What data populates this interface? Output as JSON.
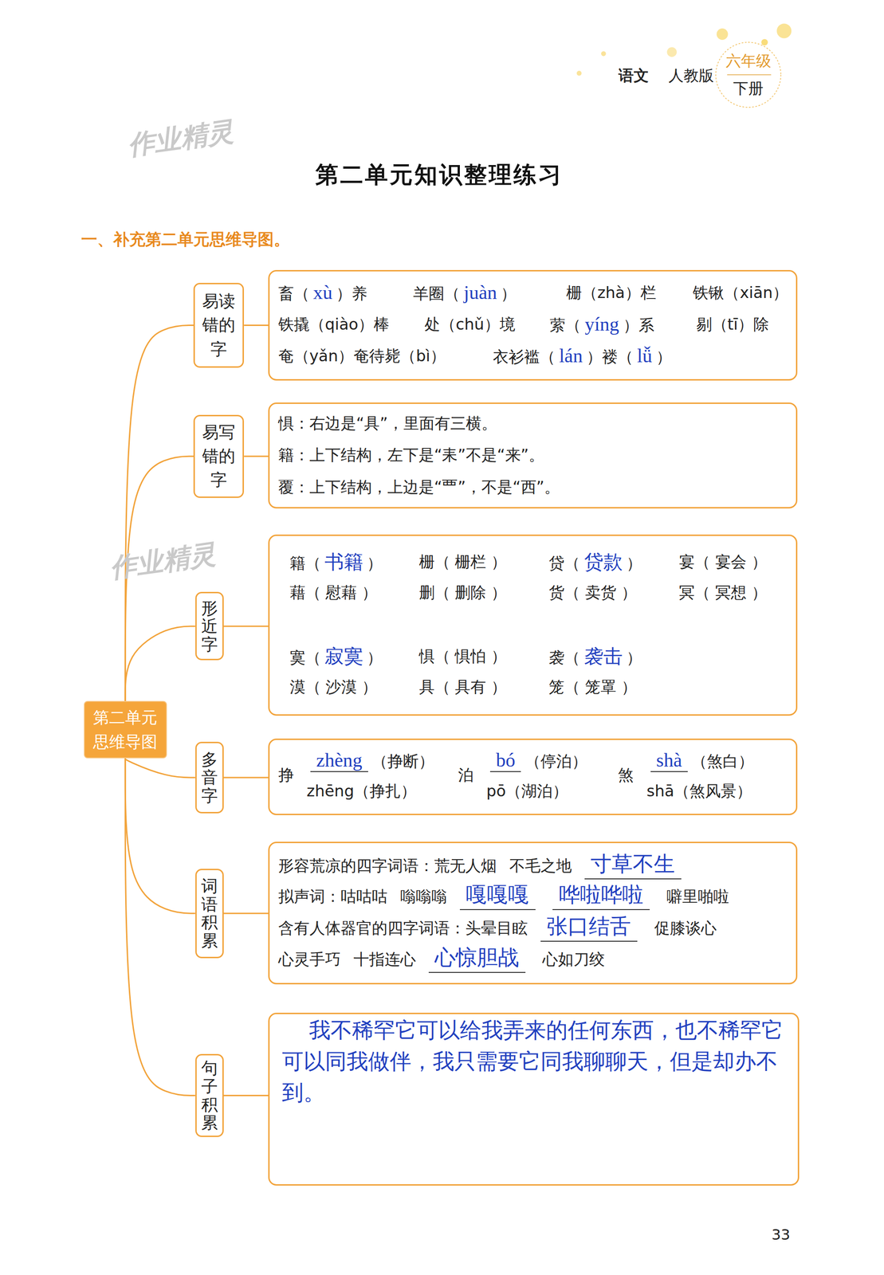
{
  "diagram": {
    "title": "第二单元知识整理练习",
    "nodes": [
      {
        "text": [
          "第二单元 思维导图"
        ]
      },
      {
        "text": [
          "易读错的字"
        ]
      },
      {
        "text": [
          "畜（",
          "xù",
          "）养",
          "羊圈（",
          "juàn",
          "）",
          "栅（zhà）栏",
          "铁锹（xiān）",
          "铁撬（qiào）棒",
          "处（chǔ）境",
          "萦（",
          "yíng",
          "）系",
          "剔（tī）除",
          "奄（yǎn）奄待毙（bì）",
          "衣衫褴（",
          "lán",
          "）褛（",
          "lǚ",
          "）"
        ]
      },
      {
        "text": [
          "易写错的字"
        ]
      },
      {
        "text": [
          "惧：右边是“具”，里面有三横。",
          "籍：上下结构，左下是“耒”不是“来”。",
          "覆：上下结构，上边是“覀”，不是“西”。"
        ]
      },
      {
        "text": [
          "形近字"
        ]
      },
      {
        "text": [
          "籍（",
          "书籍",
          "）",
          "藉（ 慰藉 ）",
          "栅（ 栅栏 ）",
          "删（ 删除 ）",
          "贷（",
          "贷款",
          "）",
          "货（ 卖货 ）",
          "宴（ 宴会 ）",
          "冥（ 冥想 ）",
          "寞（",
          "寂寞",
          "）",
          "漠（ 沙漠 ）",
          "惧（ 惧怕 ）",
          "具（ 具有 ）",
          "袭（",
          "袭击",
          "）",
          "笼（ 笼罩 ）"
        ]
      },
      {
        "text": [
          "多音字"
        ]
      },
      {
        "text": [
          "挣",
          "zhèng",
          "（挣断）",
          "zhēng（挣扎）",
          "泊",
          "bó",
          "（停泊）",
          "pō（湖泊）",
          "煞",
          "shà",
          "（煞白）",
          "shā（煞风景）"
        ]
      },
      {
        "text": [
          "词语积累"
        ]
      },
      {
        "text": [
          "形容荒凉的四字词语：",
          "荒无人烟",
          "不毛之地",
          "寸草不生",
          "拟声词：",
          "咕咕咕",
          "嗡嗡嗡",
          "嘎嘎嘎",
          "哗啦哗啦",
          "噼里啪啦",
          "含有人体器官的四字词语：",
          "头晕目眩",
          "张口结舌",
          "促膝谈心",
          "心灵手巧",
          "十指连心",
          "心惊胆战",
          "心如刀绞"
        ]
      },
      {
        "text": [
          "句子积累"
        ]
      },
      {
        "text": [
          "我不稀罕它可以给我弄来的任何东西，也不稀罕它可以同我做伴，我只需要它同我聊聊天，但是却办不到。"
        ]
      }
    ],
    "edges": [
      {
        "from": 0,
        "to": 1,
        "arrow": "none"
      },
      {
        "from": 1,
        "to": 2,
        "arrow": "none"
      },
      {
        "from": 0,
        "to": 3,
        "arrow": "none"
      },
      {
        "from": 3,
        "to": 4,
        "arrow": "none"
      },
      {
        "from": 0,
        "to": 5,
        "arrow": "none"
      },
      {
        "from": 5,
        "to": 6,
        "arrow": "none"
      },
      {
        "from": 0,
        "to": 7,
        "arrow": "none"
      },
      {
        "from": 7,
        "to": 8,
        "arrow": "none"
      },
      {
        "from": 0,
        "to": 9,
        "arrow": "none"
      },
      {
        "from": 9,
        "to": 10,
        "arrow": "none"
      },
      {
        "from": 0,
        "to": 11,
        "arrow": "none"
      },
      {
        "from": 11,
        "to": 12,
        "arrow": "none"
      }
    ],
    "labels": [
      "语文",
      "人教版",
      "六年级",
      "下册",
      "作业精灵",
      "一、补充第二单元思维导图。",
      "作业精灵",
      "33"
    ]
  }
}
